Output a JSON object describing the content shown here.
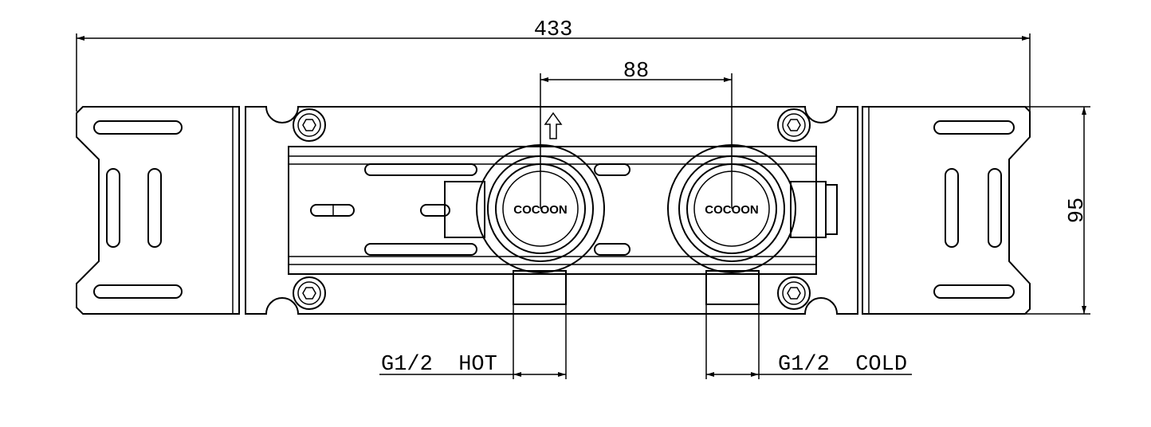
{
  "dimensions": {
    "overall_width": "433",
    "center_distance": "88",
    "height": "95"
  },
  "ports": {
    "hot_label": "G1/2  HOT",
    "cold_label": "G1/2  COLD"
  },
  "brand": {
    "left_cap": "COCOON",
    "right_cap": "COCOON"
  },
  "colors": {
    "line": "#000000",
    "background": "#ffffff"
  }
}
